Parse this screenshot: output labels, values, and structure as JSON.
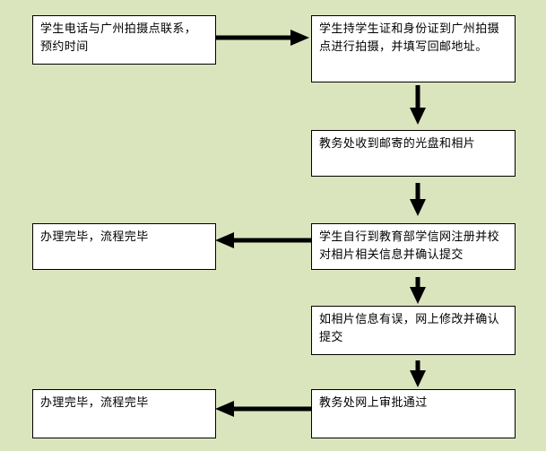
{
  "boxes": [
    {
      "text": "学生电话与广州拍摄点联系，预约时间"
    },
    {
      "text": "学生持学生证和身份证到广州拍摄点进行拍摄，并填写回邮地址。"
    },
    {
      "text": "教务处收到邮寄的光盘和相片"
    },
    {
      "text": "学生自行到教育部学信网注册并校对相片相关信息并确认提交"
    },
    {
      "text": "办理完毕，流程完毕"
    },
    {
      "text": "如相片信息有误，网上修改并确认提交"
    },
    {
      "text": "教务处网上审批通过"
    },
    {
      "text": "办理完毕，流程完毕"
    }
  ],
  "colors": {
    "background": "#dbe5bd",
    "box_fill": "#ffffff",
    "stroke": "#000000"
  }
}
